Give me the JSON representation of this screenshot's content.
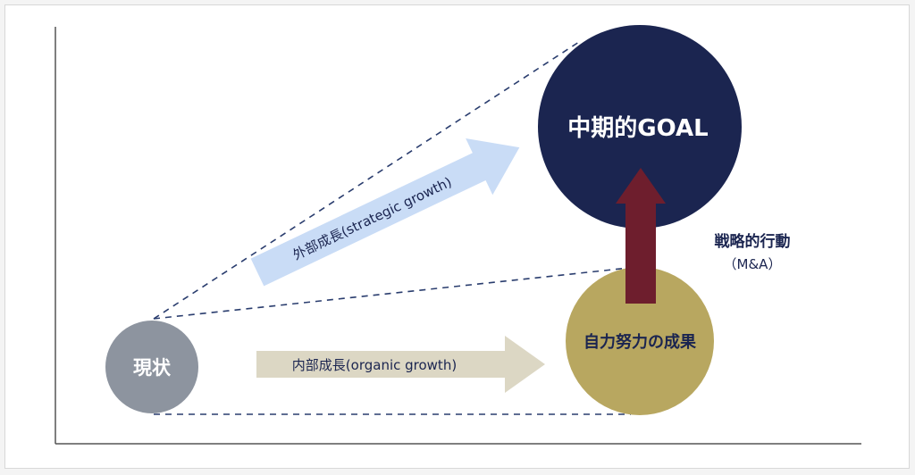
{
  "nodes": {
    "goal": {
      "label": "中期的GOAL",
      "color": "#1b2550",
      "text_color": "#ffffff"
    },
    "current": {
      "label": "現状",
      "color": "#8d949f",
      "text_color": "#ffffff"
    },
    "self_effort": {
      "label": "自力努力の成果",
      "color": "#b8a760",
      "text_color": "#1b2550"
    }
  },
  "arrows": {
    "strategic": {
      "label": "外部成長(strategic growth)",
      "color": "#c9dcf6",
      "text_color": "#1b2550"
    },
    "organic": {
      "label": "内部成長(organic growth)",
      "color": "#dcd7c4",
      "text_color": "#1b2550"
    },
    "ma": {
      "color": "#6e1e2d"
    }
  },
  "annotation": {
    "line1": "戦略的行動",
    "line2": "（M&A）",
    "text_color": "#1b2550"
  },
  "lines": {
    "dashed_color": "#2a3d6e",
    "axis_color": "#555555"
  }
}
